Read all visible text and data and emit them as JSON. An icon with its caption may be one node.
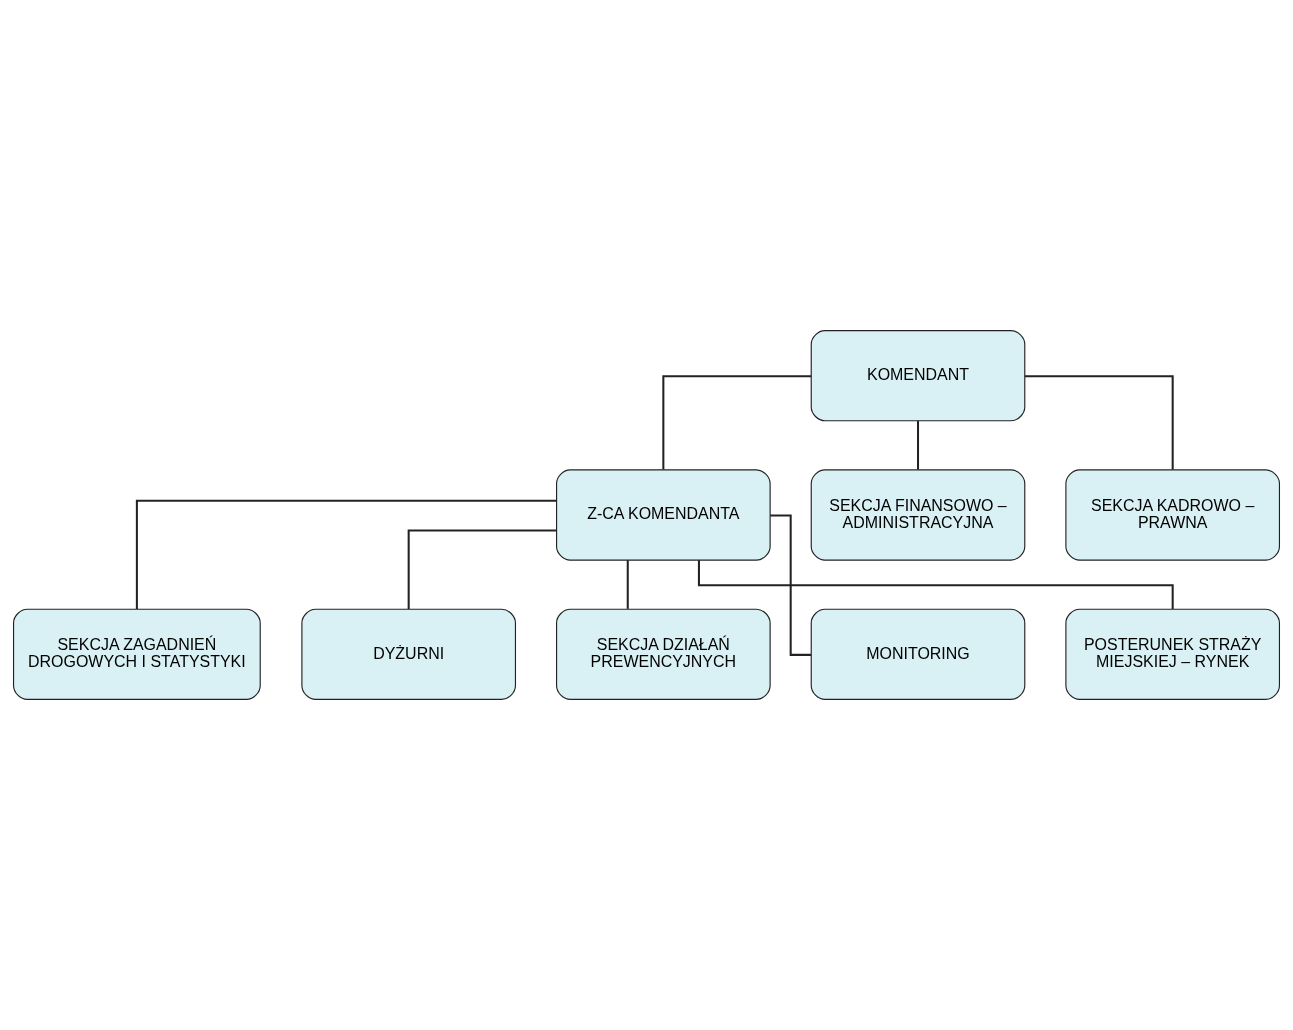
{
  "diagram": {
    "nodes": [
      {
        "text": [
          "KOMENDANT"
        ]
      },
      {
        "text": [
          "Z-CA KOMENDANTA"
        ]
      },
      {
        "text": [
          "SEKCJA FINANSOWO – ADMINISTRACYJNA"
        ]
      },
      {
        "text": [
          "SEKCJA KADROWO – PRAWNA"
        ]
      },
      {
        "text": [
          "SEKCJA ZAGADNIEŃ DROGOWYCH I STATYSTYKI"
        ]
      },
      {
        "text": [
          "DYŻURNI"
        ]
      },
      {
        "text": [
          "SEKCJA DZIAŁAŃ PREWENCYJNYCH"
        ]
      },
      {
        "text": [
          "MONITORING"
        ]
      },
      {
        "text": [
          "POSTERUNEK STRAŻY MIEJSKIEJ – RYNEK"
        ]
      }
    ],
    "edges": [
      {
        "from": 0,
        "to": 1,
        "arrow": "none"
      },
      {
        "from": 0,
        "to": 2,
        "arrow": "none"
      },
      {
        "from": 0,
        "to": 3,
        "arrow": "none"
      },
      {
        "from": 1,
        "to": 4,
        "arrow": "none"
      },
      {
        "from": 1,
        "to": 5,
        "arrow": "none"
      },
      {
        "from": 1,
        "to": 6,
        "arrow": "none"
      },
      {
        "from": 1,
        "to": 7,
        "arrow": "none"
      },
      {
        "from": 1,
        "to": 8,
        "arrow": "none"
      }
    ]
  }
}
